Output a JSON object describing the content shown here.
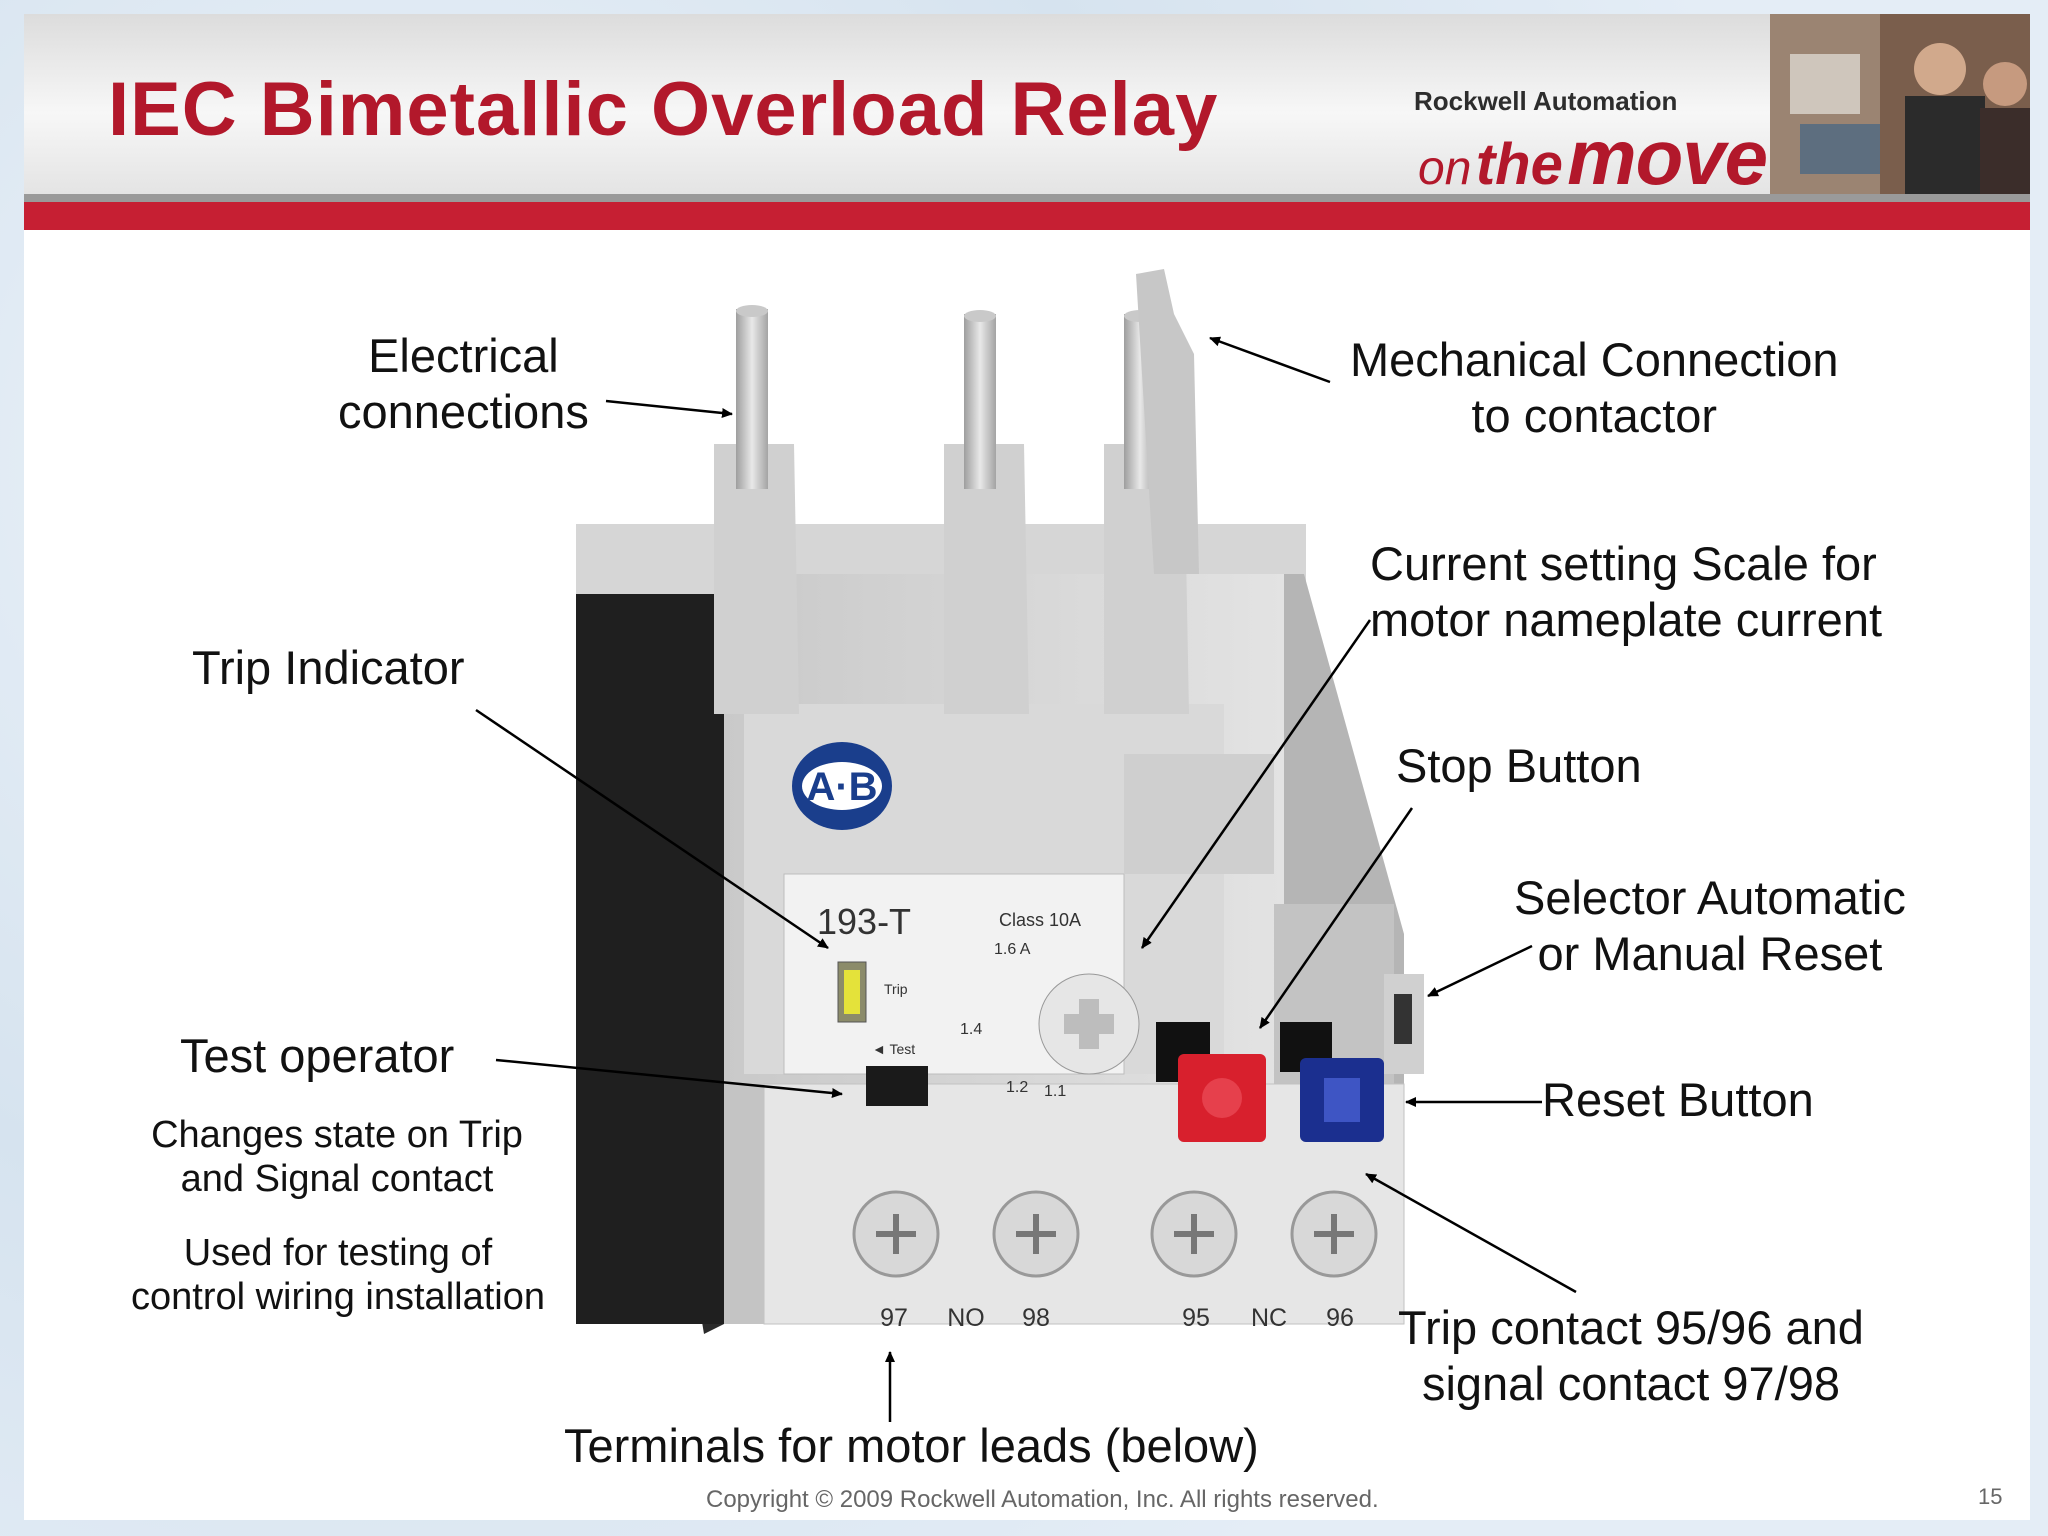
{
  "header": {
    "title": "IEC Bimetallic Overload Relay",
    "brand_top": "Rockwell Automation",
    "brand_on": "on",
    "brand_the": "the",
    "brand_move": "move"
  },
  "labels": {
    "electrical_1": "Electrical",
    "electrical_2": "connections",
    "mechanical_1": "Mechanical Connection",
    "mechanical_2": "to contactor",
    "current_1": "Current setting Scale for",
    "current_2": "motor nameplate current",
    "trip_indicator": "Trip Indicator",
    "stop_button": "Stop Button",
    "selector_1": "Selector Automatic",
    "selector_2": "or Manual Reset",
    "test_operator": "Test operator",
    "test_sub1_1": "Changes state on Trip",
    "test_sub1_2": "and Signal contact",
    "test_sub2_1": "Used for testing of",
    "test_sub2_2": "control wiring installation",
    "reset_button": "Reset Button",
    "trip_contact_1": "Trip contact 95/96 and",
    "trip_contact_2": "signal contact 97/98",
    "terminals": "Terminals for motor leads (below)"
  },
  "device": {
    "logo": "A·B",
    "model": "193-T",
    "class": "Class 10A",
    "trip": "Trip",
    "test": "◄ Test",
    "scale_top": "1.6  A",
    "scale_14": "1.4",
    "scale_12": "1.2",
    "scale_11": "1.1",
    "terminals": [
      "97",
      "NO",
      "98",
      "95",
      "NC",
      "96"
    ]
  },
  "footer": {
    "copyright": "Copyright © 2009 Rockwell Automation, Inc. All rights reserved.",
    "page": "15"
  }
}
